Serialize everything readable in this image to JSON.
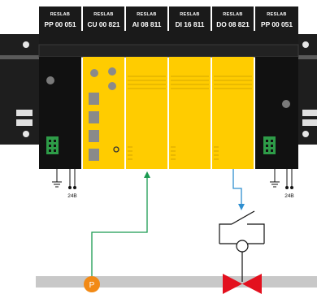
{
  "modules": [
    {
      "brand": "RESLAB",
      "model": "PP 00 051"
    },
    {
      "brand": "RESLAB",
      "model": "CU 00 821"
    },
    {
      "brand": "RESLAB",
      "model": "AI 08 811"
    },
    {
      "brand": "RESLAB",
      "model": "DI 16 811"
    },
    {
      "brand": "RESLAB",
      "model": "DO 08 821"
    },
    {
      "brand": "RESLAB",
      "model": "PP 00 051"
    }
  ],
  "power_labels": {
    "left": "24В",
    "right": "24В"
  },
  "sensor": {
    "letter": "P"
  },
  "colors": {
    "module_body": "#ffcc00",
    "module_dark": "#111111",
    "header": "#1a1a1a",
    "rail": "#1e1e1e",
    "pipe": "#c8c8c8",
    "analog_wire": "#1a9a50",
    "digital_wire": "#2f8fd0",
    "sensor_badge": "#f28a16",
    "valve": "#e3101e",
    "terminal_green": "#2e9c48"
  },
  "icons": [
    "ground-icon",
    "pressure-sensor-icon",
    "valve-icon",
    "relay-switch-icon",
    "terminal-block-icon"
  ]
}
